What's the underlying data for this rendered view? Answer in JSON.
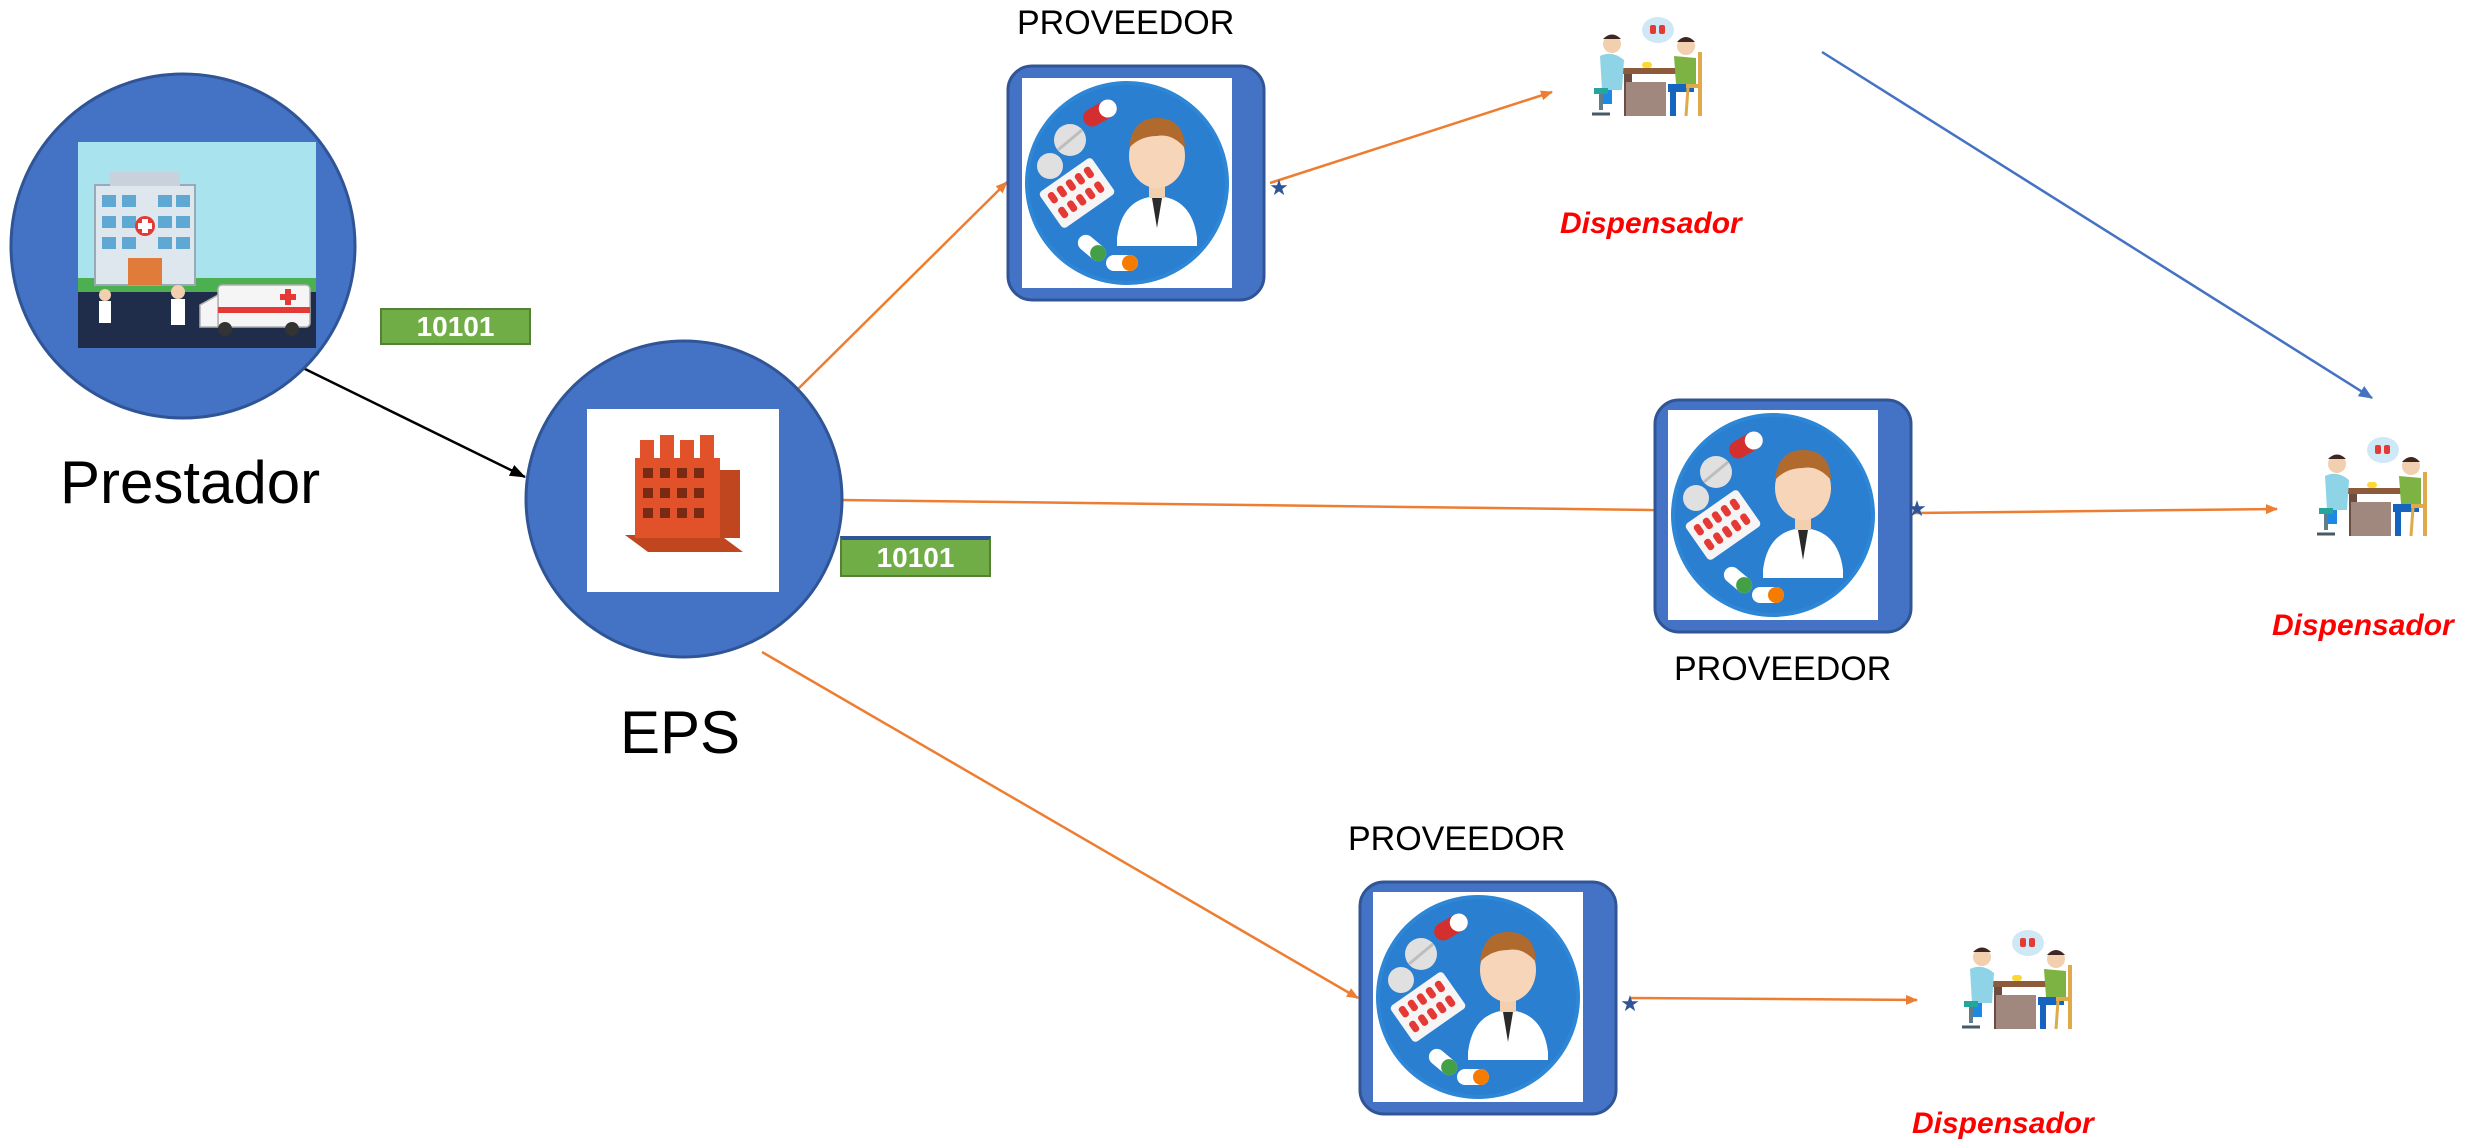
{
  "labels": {
    "prestador": "Prestador",
    "eps": "EPS",
    "proveedor_top": "PROVEEDOR",
    "proveedor_mid": "PROVEEDOR",
    "proveedor_bottom": "PROVEEDOR",
    "dispensador_top": "Dispensador",
    "dispensador_right": "Dispensador",
    "dispensador_bottom": "Dispensador"
  },
  "codes": {
    "prestador_code": "10101",
    "eps_code": "10101"
  },
  "colors": {
    "node_blue": "#4472c4",
    "node_border": "#2f5597",
    "arrow_orange": "#ed7d31",
    "arrow_blue": "#4472c4",
    "arrow_black": "#000000",
    "code_green": "#70ad47",
    "dispensador_red": "#ff0000"
  },
  "icons": {
    "prestador": "hospital-with-ambulance-icon",
    "eps": "factory-building-icon",
    "proveedor": "pharmacist-with-medicines-icon",
    "dispensador": "pharmacist-consultation-icon",
    "marker": "star-icon"
  }
}
